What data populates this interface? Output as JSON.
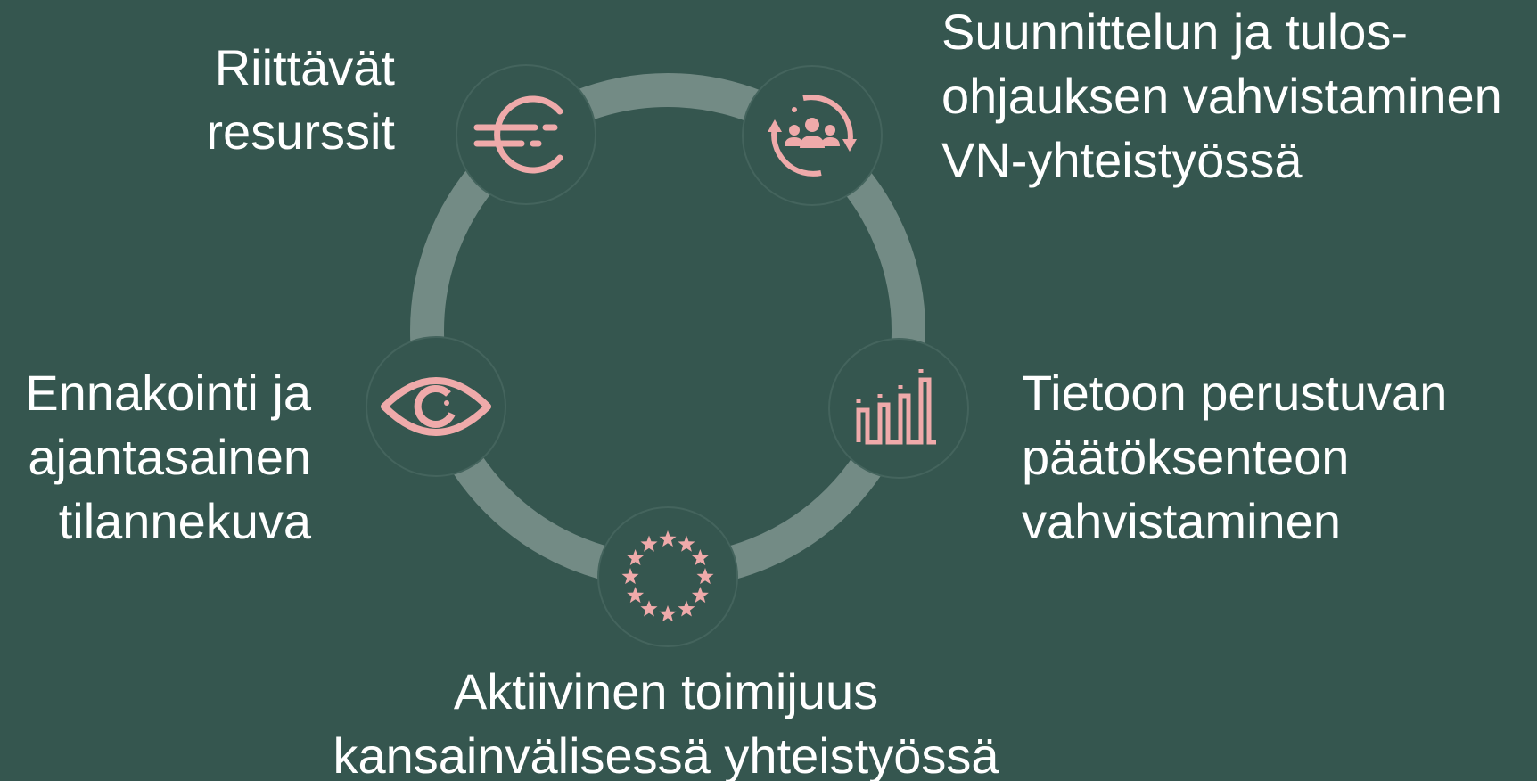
{
  "diagram": {
    "colors": {
      "background": "#35564f",
      "ring": "#738b85",
      "node_fill": "#35564f",
      "node_edge": "#44645d",
      "icon": "#efaaaa",
      "text": "#ffffff"
    },
    "nodes": [
      {
        "id": "resources",
        "icon": "euro-icon",
        "lines": [
          "Riittävät",
          "resurssit"
        ]
      },
      {
        "id": "planning",
        "icon": "team-cycle-icon",
        "lines": [
          "Suunnittelun ja tulos-",
          "ohjauksen vahvistaminen",
          "VN-yhteistyössä"
        ]
      },
      {
        "id": "knowledge",
        "icon": "bar-chart-icon",
        "lines": [
          "Tietoon perustuvan",
          "päätöksenteon",
          "vahvistaminen"
        ]
      },
      {
        "id": "international",
        "icon": "eu-stars-icon",
        "lines": [
          "Aktiivinen toimijuus",
          "kansainvälisessä yhteistyössä"
        ]
      },
      {
        "id": "foresight",
        "icon": "eye-icon",
        "lines": [
          "Ennakointi ja",
          "ajantasainen",
          "tilannekuva"
        ]
      }
    ]
  }
}
